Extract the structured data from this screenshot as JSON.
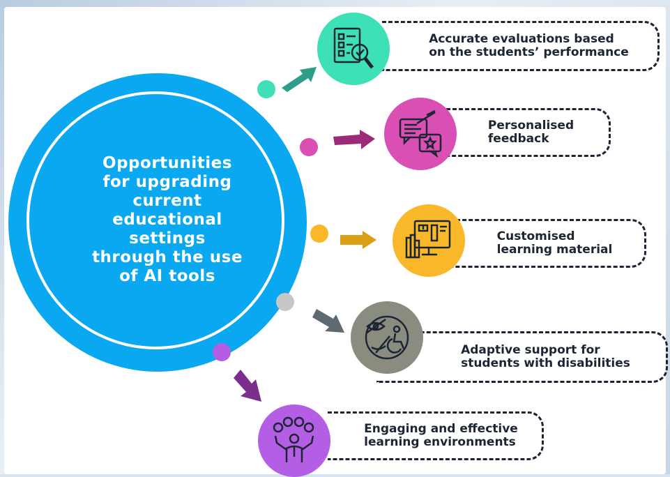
{
  "center": {
    "lines": [
      "Opportunities",
      "for upgrading",
      "current",
      "educational",
      "settings",
      "through the use",
      "of AI tools"
    ]
  },
  "items": [
    {
      "line1": "Accurate evaluations based",
      "line2": "on the students’ performance",
      "color": "#3ee0b8",
      "icon": "checklist-magnifier-icon"
    },
    {
      "line1": "Personalised",
      "line2": "feedback",
      "color": "#d94fb3",
      "icon": "chat-feedback-star-icon"
    },
    {
      "line1": "Customised",
      "line2": "learning material",
      "color": "#f8b82a",
      "icon": "computer-books-icon"
    },
    {
      "line1": "Adaptive support for",
      "line2": "students with disabilities",
      "color": "#8a8c80",
      "icon": "accessibility-icon"
    },
    {
      "line1": "Engaging and effective",
      "line2": "learning environments",
      "color": "#b45ee6",
      "icon": "person-juggling-icon"
    }
  ],
  "dot_colors": [
    "#3ee0b8",
    "#d94fb3",
    "#f8b82a",
    "#c7c7c7",
    "#b45ee6"
  ],
  "arrow_colors": [
    "#2e9e8a",
    "#9b2b78",
    "#d9a016",
    "#5e6a70",
    "#7a2e8e"
  ]
}
